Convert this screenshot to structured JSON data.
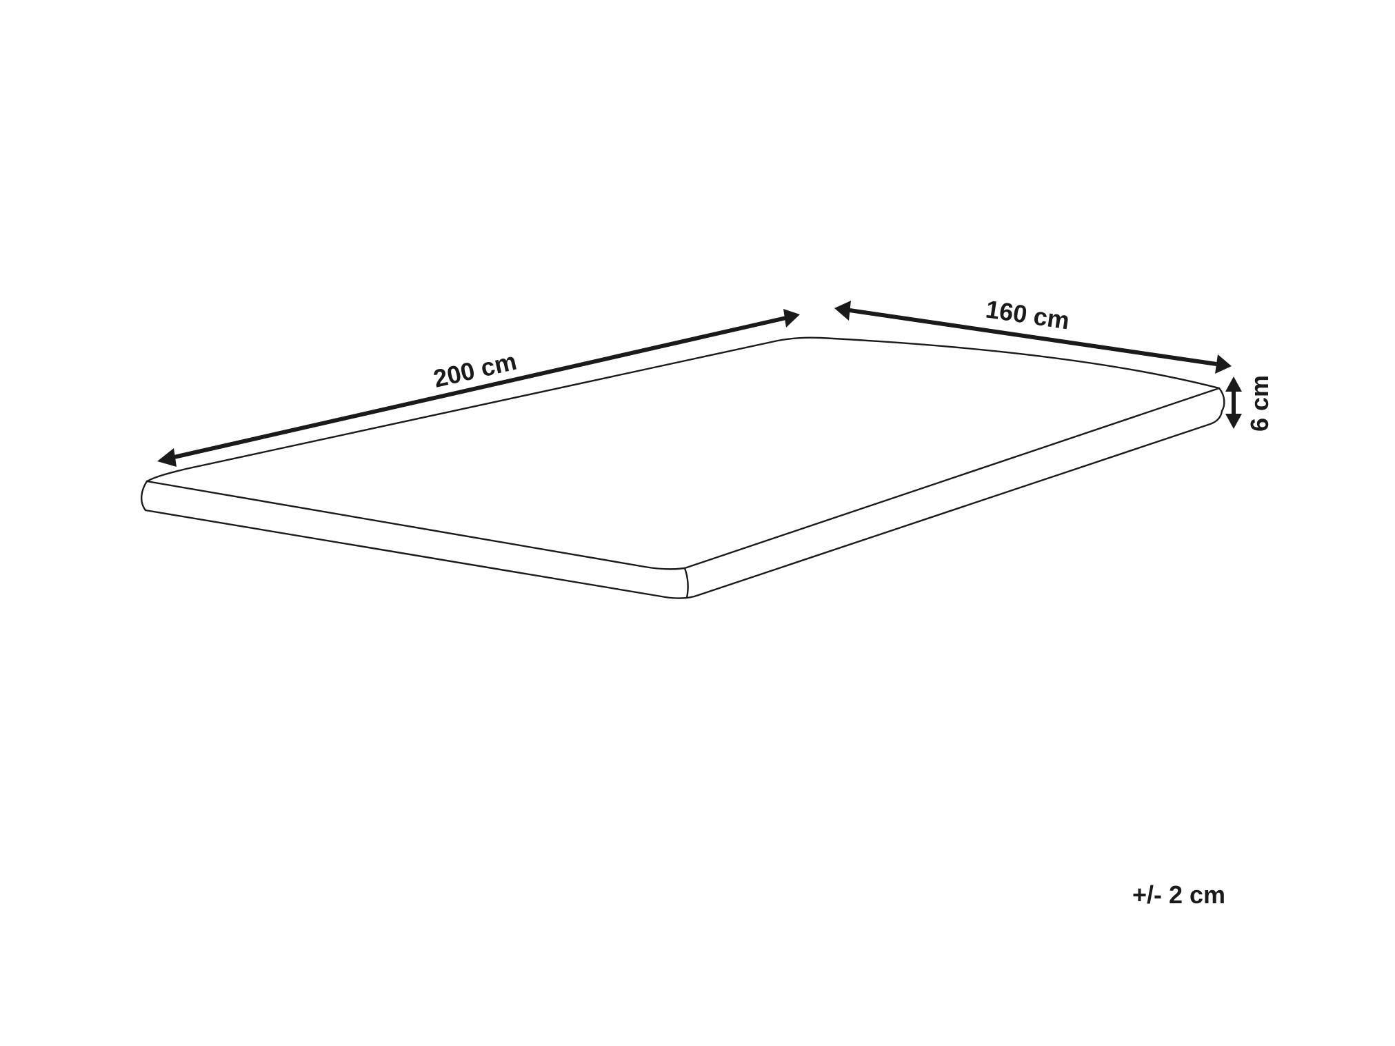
{
  "dimensions": {
    "length": "200 cm",
    "width": "160 cm",
    "height": "6 cm"
  },
  "tolerance": "+/- 2 cm",
  "colors": {
    "stroke": "#1a1a1a",
    "background": "#ffffff"
  }
}
